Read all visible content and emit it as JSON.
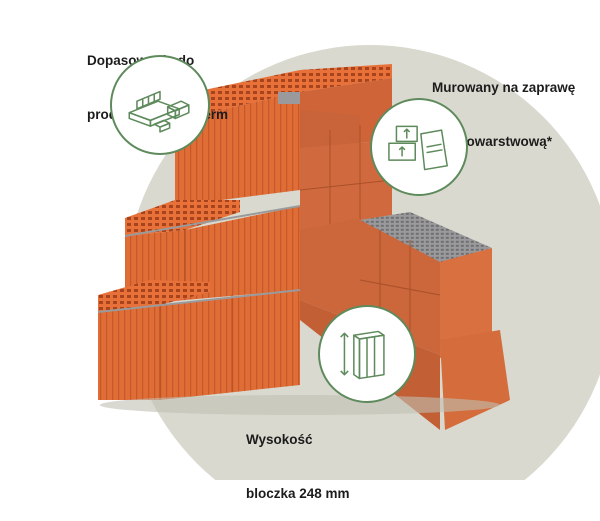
{
  "labels": {
    "porotherm": [
      "Dopasowanie do",
      "produktów Porotherm"
    ],
    "mortar": [
      "Murowany na zaprawę",
      "cienkowarstwową*"
    ],
    "height": [
      "Wysokość",
      "bloczka 248 mm"
    ]
  },
  "icons": {
    "porotherm": "pallet-and-blocks-icon",
    "mortar": "mortar-bag-and-boxes-icon",
    "height": "block-height-icon"
  },
  "colors": {
    "background_circle": "#d9d9cf",
    "brick": "#e8713a",
    "brick_dark": "#c45a2b",
    "brick_shadow": "#b8542a",
    "mortar_grey": "#8d8d8f",
    "icon_green": "#5e8a5c",
    "text": "#1c1c1c"
  }
}
